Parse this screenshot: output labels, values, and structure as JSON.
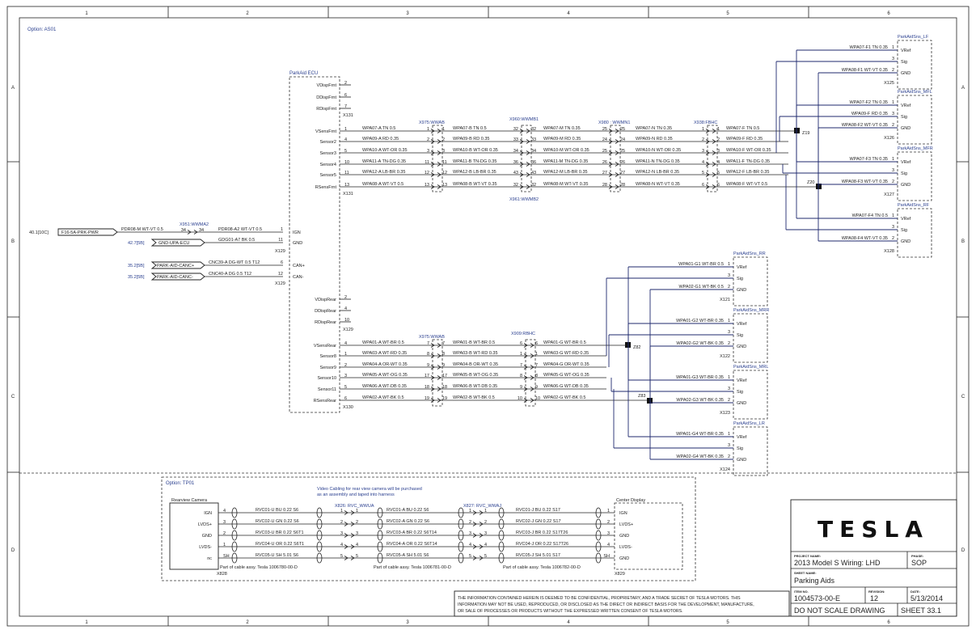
{
  "border": {
    "columns": [
      "1",
      "2",
      "3",
      "4",
      "5",
      "6"
    ],
    "rows": [
      "A",
      "B",
      "C",
      "D"
    ]
  },
  "option_top": "Option: AS01",
  "option_bottom": "Option: TP01",
  "ecu": {
    "title": "ParkAid ECU",
    "pins_top": [
      {
        "name": "VDispFrnt",
        "pin": "2"
      },
      {
        "name": "DDispFrnt",
        "pin": "6"
      },
      {
        "name": "RDispFrnt",
        "pin": "7"
      }
    ],
    "conn_x131a": "X131",
    "front_pins": [
      {
        "name": "VSensFrnt",
        "pin": "1"
      },
      {
        "name": "Sensor2",
        "pin": "4"
      },
      {
        "name": "Sensor3",
        "pin": "5"
      },
      {
        "name": "Sensor4",
        "pin": "10"
      },
      {
        "name": "Sensor5",
        "pin": "11"
      },
      {
        "name": "RSensFrnt",
        "pin": "13"
      }
    ],
    "conn_x131b": "X131",
    "power_pins": [
      {
        "name": "IGN",
        "pin": "1"
      },
      {
        "name": "GND",
        "pin": "11"
      }
    ],
    "conn_x129a": "X129",
    "can_pins": [
      {
        "name": "CAN+",
        "pin": "6"
      },
      {
        "name": "CAN-",
        "pin": "12"
      }
    ],
    "conn_x129b": "X129",
    "rear_disp_pins": [
      {
        "name": "VDispRear",
        "pin": "2"
      },
      {
        "name": "DDispRear",
        "pin": "4"
      },
      {
        "name": "RDispRear",
        "pin": "10"
      }
    ],
    "conn_x129c": "X129",
    "rear_pins": [
      {
        "name": "VSensRear",
        "pin": "4"
      },
      {
        "name": "Sensor8",
        "pin": "1"
      },
      {
        "name": "Sensor9",
        "pin": "2"
      },
      {
        "name": "Sensor10",
        "pin": "3"
      },
      {
        "name": "Sensor11",
        "pin": "5"
      },
      {
        "name": "RSensRear",
        "pin": "6"
      }
    ],
    "conn_x130": "X130"
  },
  "power": {
    "ref1": "40.1[10C]",
    "fuse": "F16-5A-PRK-PWR",
    "wire1": "PDR08-M WT-VT 0.5",
    "conn": "X951:WWMA2",
    "pin_a": "34",
    "pin_b": "34",
    "wire2": "PDR08-A2 WT-VT 0.5",
    "pin_ecu": "1",
    "ref2": "42.7[5B]",
    "gnd_label": "GND-UPA-ECU",
    "gnd_wire": "GDG01-A7 BK 0.5",
    "gnd_pin": "11",
    "ref3": "35.2[5B]",
    "canp_label": "PARK-AID-CANC+",
    "canp_wire": "CNC39-A DG-WT 0.5 T12",
    "canp_pin": "6",
    "ref4": "35.2[5B]",
    "canm_label": "PARK-AID-CANC-",
    "canm_wire": "CNC40-A DG 0.5 T12",
    "canm_pin": "12"
  },
  "front_connectors": {
    "x975": "X975:WWAB",
    "x960": "X960:WWMB1",
    "x961": "X961:WWMB2",
    "x980": "X980 : WWMN1",
    "x938": "X938:FBHC"
  },
  "front_wires": [
    {
      "w1": "WPA07-A TN 0.5",
      "p1": "1",
      "p2": "1",
      "w2": "WPA07-B TN 0.5",
      "p3": "32",
      "p4": "32",
      "w3": "WPA07-M TN 0.35",
      "p5": "25",
      "p6": "25",
      "w4": "WPA07-N TN 0.35",
      "p7": "1",
      "p8": "1",
      "w5": "WPA07-F TN 0.5"
    },
    {
      "w1": "WPA09-A RD 0.35",
      "p1": "2",
      "p2": "2",
      "w2": "WPA09-B RD 0.35",
      "p3": "33",
      "p4": "33",
      "w3": "WPA09-M RD 0.35",
      "p5": "24",
      "p6": "24",
      "w4": "WPA09-N RD 0.35",
      "p7": "2",
      "p8": "2",
      "w5": "WPA09-F RD 0.35"
    },
    {
      "w1": "WPA10-A WT-OR 0.35",
      "p1": "3",
      "p2": "3",
      "w2": "WPA10-B WT-OR 0.35",
      "p3": "34",
      "p4": "34",
      "w3": "WPA10-M WT-OR 0.35",
      "p5": "25",
      "p6": "25",
      "w4": "WPA10-N WT-OR 0.35",
      "p7": "3",
      "p8": "3",
      "w5": "WPA10-F WT-OR 0.35"
    },
    {
      "w1": "WPA11-A TN-DG 0.35",
      "p1": "11",
      "p2": "11",
      "w2": "WPA11-B TN-DG 0.35",
      "p3": "36",
      "p4": "36",
      "w3": "WPA11-M TN-DG 0.35",
      "p5": "26",
      "p6": "26",
      "w4": "WPA11-N TN-DG 0.35",
      "p7": "4",
      "p8": "4",
      "w5": "WPA11-F TN-DG 0.35"
    },
    {
      "w1": "WPA12-A LB-BR 0.35",
      "p1": "12",
      "p2": "12",
      "w2": "WPA12-B LB-BR 0.35",
      "p3": "43",
      "p4": "43",
      "w3": "WPA12-M LB-BR 0.35",
      "p5": "27",
      "p6": "27",
      "w4": "WPA12-N LB-BR 0.35",
      "p7": "5",
      "p8": "5",
      "w5": "WPA12-F LB-BR 0.35"
    },
    {
      "w1": "WPA08-A WT-VT 0.5",
      "p1": "13",
      "p2": "13",
      "w2": "WPA08-B WT-VT 0.35",
      "p3": "32",
      "p4": "32",
      "w3": "WPA08-M WT-VT 0.35",
      "p5": "28",
      "p6": "28",
      "w4": "WPA08-N WT-VT 0.35",
      "p7": "6",
      "p8": "6",
      "w5": "WPA08-F WT-VT 0.5"
    }
  ],
  "splices": {
    "z19": "Z19",
    "z20": "Z20",
    "z82": "Z82",
    "z83": "Z83"
  },
  "front_sensors": [
    {
      "title": "ParkAidSns_LF",
      "conn": "X125",
      "wires": [
        "WPA07-F1 TN 0.35",
        "",
        "WPA08-F1 WT-VT 0.35"
      ]
    },
    {
      "title": "ParkAidSns_MFL",
      "conn": "X126",
      "wires": [
        "WPA07-F2 TN 0.35",
        "WPA09-F RD 0.35",
        "WPA08-F2 WT-VT 0.35"
      ]
    },
    {
      "title": "ParkAidSns_MFR",
      "conn": "X127",
      "wires": [
        "WPA07-F3 TN 0.35",
        "",
        "WPA08-F3 WT-VT 0.35"
      ]
    },
    {
      "title": "ParkAidSns_RF",
      "conn": "X128",
      "wires": [
        "WPA07-F4 TN 0.5",
        "",
        "WPA08-F4 WT-VT 0.35"
      ]
    }
  ],
  "sensor_pins": [
    {
      "pin": "1",
      "name": "VRef"
    },
    {
      "pin": "3",
      "name": "Sig"
    },
    {
      "pin": "2",
      "name": "GND"
    }
  ],
  "rear_connectors": {
    "x975": "X975:WWAB",
    "x909": "X909:RBHC"
  },
  "rear_wires": [
    {
      "w1": "WPA01-A WT-BR 0.5",
      "p1": "7",
      "p2": "7",
      "w2": "WPA01-B WT-BR 0.5",
      "p3": "6",
      "p4": "6",
      "w3": "WPA01-G WT-BR 0.5"
    },
    {
      "w1": "WPA03-A WT-RD 0.35",
      "p1": "8",
      "p2": "8",
      "w2": "WPA03-B WT-RD 0.35",
      "p3": "1",
      "p4": "1",
      "w3": "WPA03-G WT-RD 0.35"
    },
    {
      "w1": "WPA04-A OR-WT 0.35",
      "p1": "9",
      "p2": "9",
      "w2": "WPA04-B OR-WT 0.35",
      "p3": "7",
      "p4": "7",
      "w3": "WPA04-G OR-WT 0.35"
    },
    {
      "w1": "WPA05-A WT-OG 0.35",
      "p1": "17",
      "p2": "17",
      "w2": "WPA05-B WT-OG 0.35",
      "p3": "8",
      "p4": "8",
      "w3": "WPA05-G WT-OG 0.35"
    },
    {
      "w1": "WPA06-A WT-DB 0.35",
      "p1": "18",
      "p2": "18",
      "w2": "WPA06-B WT-DB 0.35",
      "p3": "9",
      "p4": "9",
      "w3": "WPA06-G WT-DB 0.35"
    },
    {
      "w1": "WPA02-A WT-BK 0.5",
      "p1": "19",
      "p2": "19",
      "w2": "WPA02-B WT-BK 0.5",
      "p3": "10",
      "p4": "10",
      "w3": "WPA02-G WT-BK 0.5"
    }
  ],
  "rear_sensors": [
    {
      "title": "ParkAidSns_RR",
      "conn": "X121",
      "wires": [
        "WPA01-G1 WT-BR 0.5",
        "",
        "WPA02-G1 WT-BK 0.5"
      ]
    },
    {
      "title": "ParkAidSns_MRR",
      "conn": "X122",
      "wires": [
        "WPA01-G2 WT-BR 0.35",
        "",
        "WPA02-G2 WT-BK 0.35"
      ]
    },
    {
      "title": "ParkAidSns_MRL",
      "conn": "X123",
      "wires": [
        "WPA01-G3 WT-BR 0.35",
        "",
        "WPA02-G3 WT-BK 0.35"
      ]
    },
    {
      "title": "ParkAidSns_LR",
      "conn": "X124",
      "wires": [
        "WPA01-G4 WT-BR 0.35",
        "",
        "WPA02-G4 WT-BK 0.35"
      ]
    }
  ],
  "video": {
    "note1": "Video Cabling for rear view camera will be purchased",
    "note2": "as an assembly and taped into harness",
    "camera": "Rearview Camera",
    "camera_conn": "X828",
    "display": "Center Display",
    "display_conn": "X829",
    "x826": "X826: RVC_WWUA",
    "x827": "X827: RVC_WWAJ",
    "rows": [
      {
        "name": "IGN",
        "p1": "4",
        "w1": "RVC01-U BU 0.22 S6",
        "p2": "1",
        "p3": "1",
        "w2": "RVC01-A BU 0.22 S6",
        "p4": "1",
        "p5": "1",
        "w3": "RVC01-J BU 0.22 S17",
        "p6": "1",
        "dname": "IGN"
      },
      {
        "name": "LVDS+",
        "p1": "3",
        "w1": "RVC02-U GN 0.22 S6",
        "p2": "2",
        "p3": "2",
        "w2": "RVC02-A GN 0.22 S6",
        "p4": "2",
        "p5": "2",
        "w3": "RVC02-J GN 0.22 S17",
        "p6": "2",
        "dname": "LVDS+"
      },
      {
        "name": "GND",
        "p1": "2",
        "w1": "RVC03-U BR 0.22 S6T1",
        "p2": "3",
        "p3": "3",
        "w2": "RVC03-A BR 0.22 S6T14",
        "p4": "3",
        "p5": "3",
        "w3": "RVC03-J BR 0.22 S17T26",
        "p6": "3",
        "dname": "GND"
      },
      {
        "name": "LVDS-",
        "p1": "1",
        "w1": "RVC04-U OR 0.22 S6T1",
        "p2": "4",
        "p3": "4",
        "w2": "RVC04-A OR 0.22 S6T14",
        "p4": "4",
        "p5": "4",
        "w3": "RVC04-J OR 0.22 S17T26",
        "p6": "4",
        "dname": "LVDS-"
      },
      {
        "name": "nc",
        "p1": "SH",
        "w1": "RVC05-U SH 5.01 S6",
        "p2": "5",
        "p3": "5",
        "w2": "RVC05-A SH 5.01 S6",
        "p4": "5",
        "p5": "5",
        "w3": "RVC05-J SH 5.01 S17",
        "p6": "SH",
        "dname": "GND"
      }
    ],
    "part1": "Part of cable assy. Tesla 1006780-00-D",
    "part2": "Part of cable assy. Tesla 1006781-00-D",
    "part3": "Part of cable assy. Tesla 1006782-00-D"
  },
  "title_block": {
    "logo": "TESLA",
    "project_label": "PROJECT NAME:",
    "project": "2013 Model S Wiring: LHD",
    "phase_label": "PHASE:",
    "phase": "SOP",
    "sheet_name_label": "SHEET NAME:",
    "sheet_name": "Parking Aids",
    "item_label": "ITEM NO.",
    "item": "1004573-00-E",
    "rev_label": "REVISION:",
    "rev": "12",
    "date_label": "DATE:",
    "date": "5/13/2014",
    "scale": "DO NOT SCALE DRAWING",
    "sheet": "SHEET 33.1"
  },
  "confidential": [
    "THE INFORMATION CONTAINED HEREIN IS DEEMED TO BE CONFIDENTIAL, PROPRIETARY, AND A TRADE SECRET OF TESLA MOTORS. THIS",
    "INFORMATION MAY NOT BE USED, REPRODUCED, OR DISCLOSED AS THE DIRECT OR INDIRECT BASIS FOR THE DEVELOPMENT, MANUFACTURE,",
    "OR SALE OF PROCESSES OR PRODUCTS WITHOUT THE EXPRESSED WRITTEN CONSENT OF TESLA MOTORS."
  ]
}
